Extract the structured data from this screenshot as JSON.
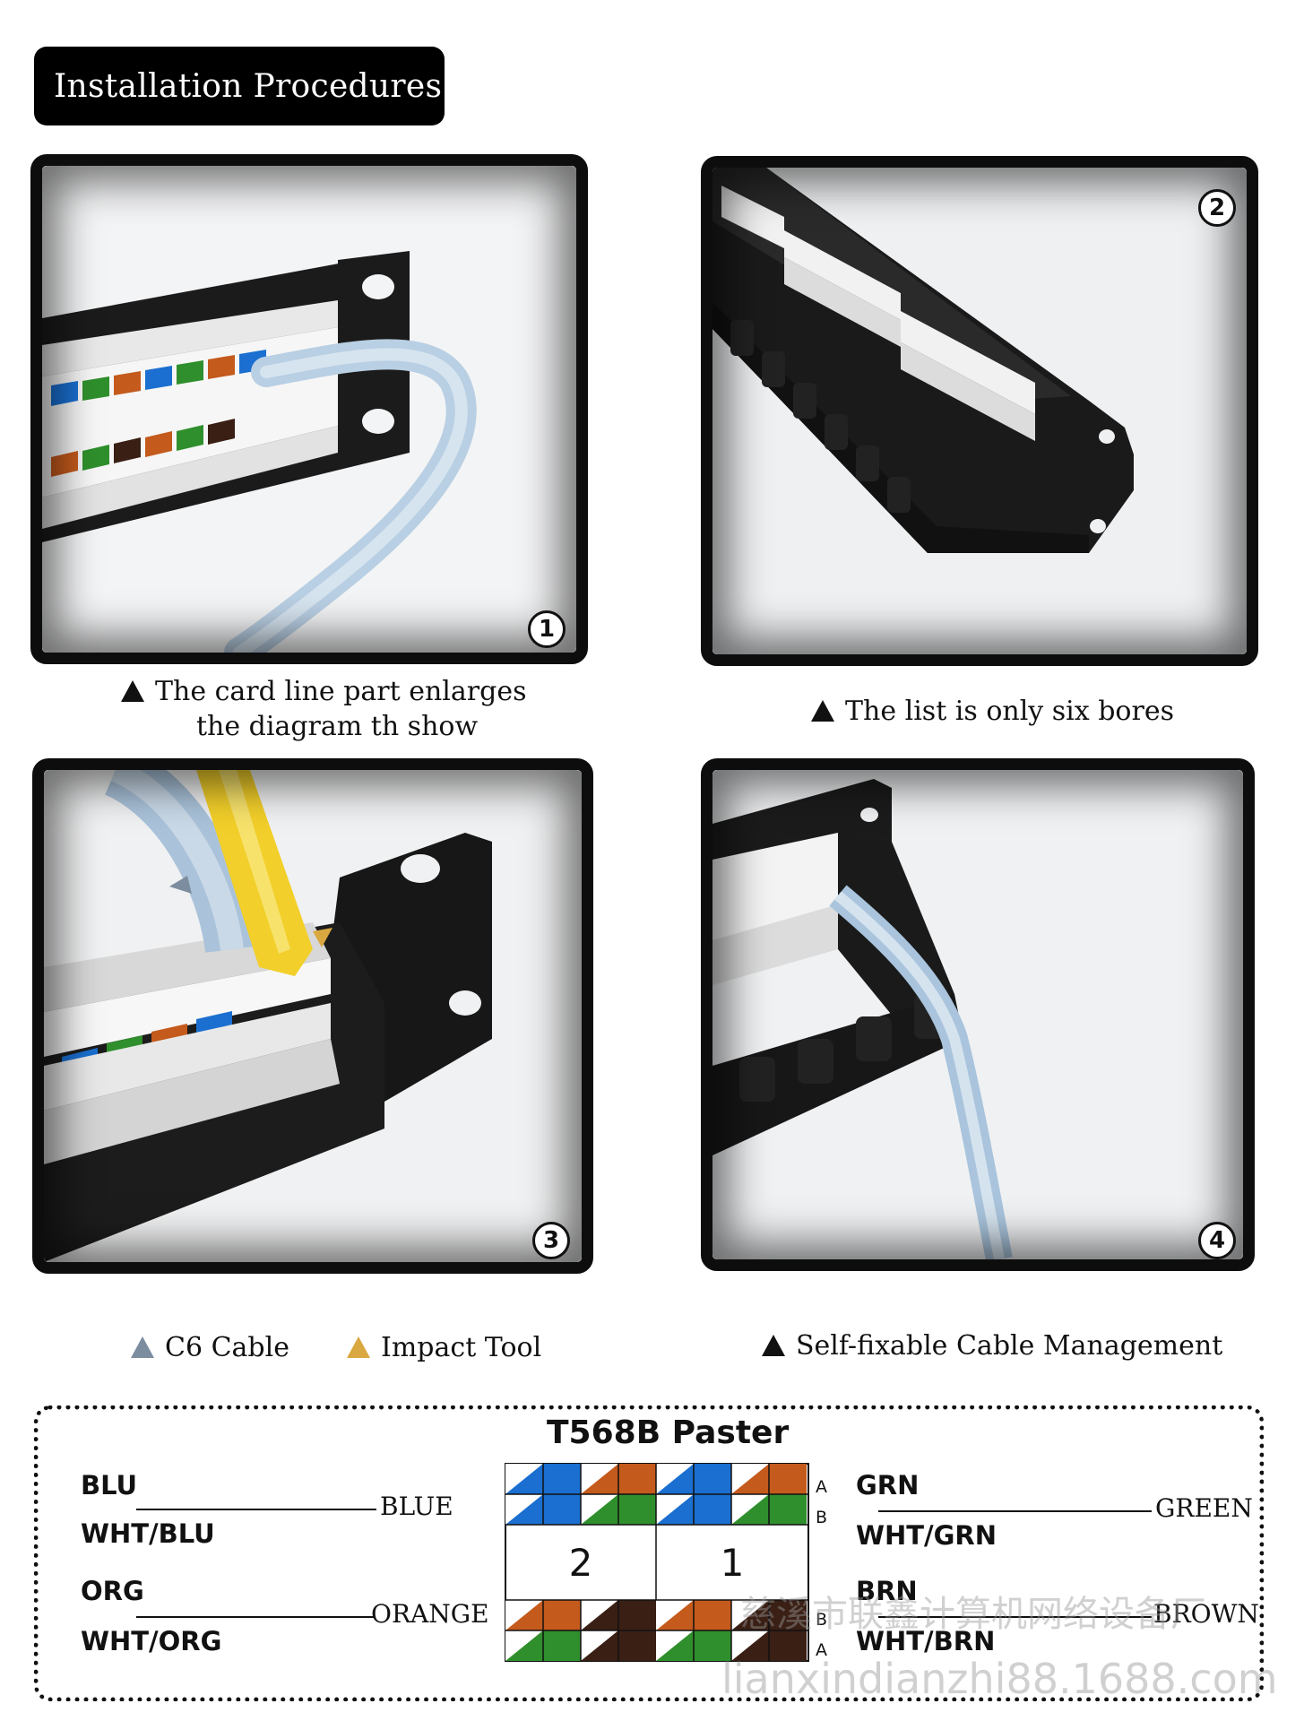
{
  "header": {
    "title": "Installation Procedures"
  },
  "steps": [
    {
      "number": "1",
      "caption_line1": "The card line part enlarges",
      "caption_line2": "the diagram th show"
    },
    {
      "number": "2",
      "caption": "The list is only six bores"
    },
    {
      "number": "3",
      "caption_a": "C6 Cable",
      "caption_b": "Impact Tool"
    },
    {
      "number": "4",
      "caption": "Self-fixable Cable Management"
    }
  ],
  "paster": {
    "title": "T568B   Paster",
    "left": {
      "blu": "BLU",
      "wht_blu": "WHT/BLU",
      "blue": "BLUE",
      "org": "ORG",
      "wht_org": "WHT/ORG",
      "orange": "ORANGE"
    },
    "right": {
      "grn": "GRN",
      "wht_grn": "WHT/GRN",
      "green": "GREEN",
      "brn": "BRN",
      "wht_brn": "WHT/BRN",
      "brown": "BROWN"
    },
    "port_2": "2",
    "port_1": "1",
    "row_a_top": "A",
    "row_b_top": "B",
    "row_b_bottom": "B",
    "row_a_bottom": "A"
  },
  "watermark": {
    "chinese": "慈溪市联鑫计算机网络设备厂",
    "url": "lianxindianzhi88.1688.com"
  },
  "colors": {
    "blue": "#1a6fd0",
    "orange": "#c45a1c",
    "green": "#2f8f2c",
    "brown": "#3a1f14",
    "gray_marker": "#7b8d9e",
    "gold_marker": "#d9a840"
  }
}
